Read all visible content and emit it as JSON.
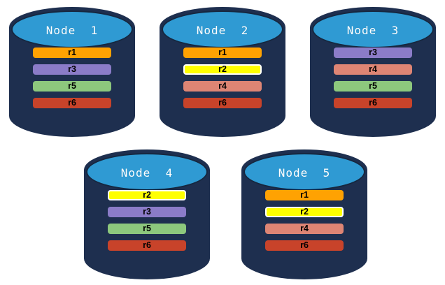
{
  "diagram": {
    "description": "Five database nodes shown as cylinders, each storing a set of replica ranges",
    "colors": {
      "cylinder_body": "#1E2F4F",
      "cylinder_top": "#2F9AD3",
      "cylinder_outline": "#16273F",
      "background": "#FFFFFF",
      "replica_colors": {
        "r1": "#FFA202",
        "r2": "#FFFF00",
        "r3": "#8B7CC8",
        "r4": "#DE8574",
        "r5": "#8DC87D",
        "r6": "#C8432A"
      },
      "white_bordered_replicas": [
        "r2"
      ]
    },
    "nodes": [
      {
        "label": "Node  1",
        "replicas": [
          "r1",
          "r3",
          "r5",
          "r6"
        ]
      },
      {
        "label": "Node  2",
        "replicas": [
          "r1",
          "r2",
          "r4",
          "r6"
        ]
      },
      {
        "label": "Node  3",
        "replicas": [
          "r3",
          "r4",
          "r5",
          "r6"
        ]
      },
      {
        "label": "Node  4",
        "replicas": [
          "r2",
          "r3",
          "r5",
          "r6"
        ]
      },
      {
        "label": "Node  5",
        "replicas": [
          "r1",
          "r2",
          "r4",
          "r6"
        ]
      }
    ]
  }
}
